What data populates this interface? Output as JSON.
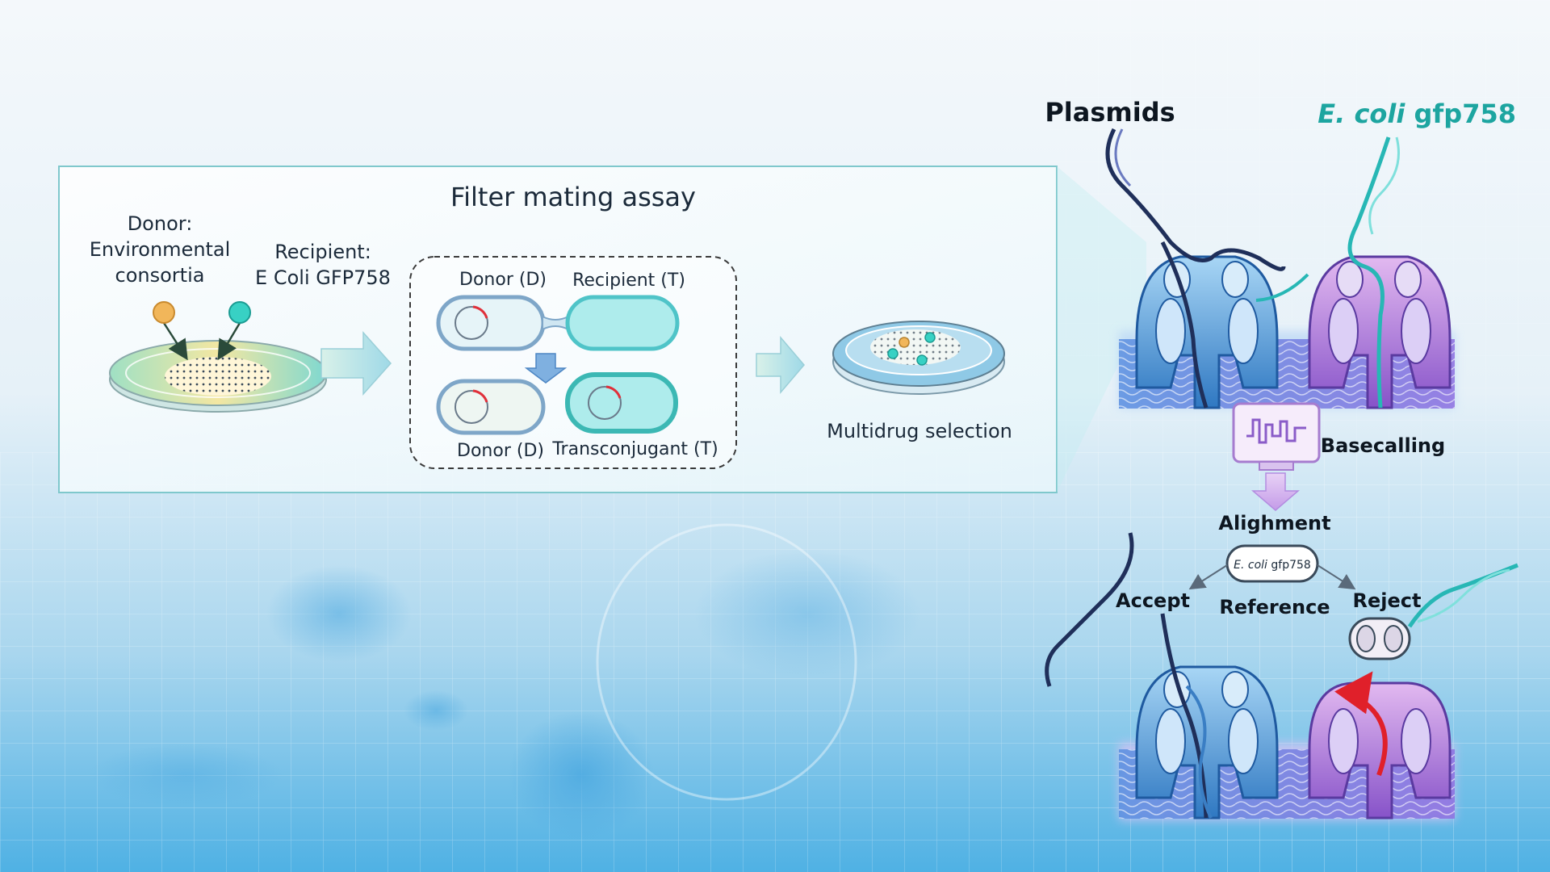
{
  "panel": {
    "title": "Filter mating assay",
    "donor_label": [
      "Donor:",
      "Environmental",
      "consortia"
    ],
    "recipient_label": [
      "Recipient:",
      "E Coli GFP758"
    ],
    "cell_donor_top": "Donor (D)",
    "cell_recipient": "Recipient (T)",
    "cell_donor_bottom": "Donor (D)",
    "cell_transconjugant": "Transconjugant (T)",
    "selection_label": "Multidrug selection"
  },
  "pipeline": {
    "plasmids_label": "Plasmids",
    "ecoli_italic": "E. coli",
    "ecoli_rest": " gfp758",
    "basecalling_label": "Basecalling",
    "alignment_label": "Alighment",
    "reference_box_italic": "E. coli",
    "reference_box_rest": " gfp758",
    "reference_label": "Reference",
    "accept_label": "Accept",
    "reject_label": "Reject"
  },
  "colors": {
    "panel_border": "#7fc8cc",
    "teal": "#27b7b5",
    "navy": "#1f2f5a",
    "pore_blue": "#3a7ec4",
    "pore_purple": "#8a5cc8",
    "donor_dot": "#e9a94a",
    "recipient_dot": "#2ec4b8",
    "reject_arrow": "#e0202a"
  }
}
